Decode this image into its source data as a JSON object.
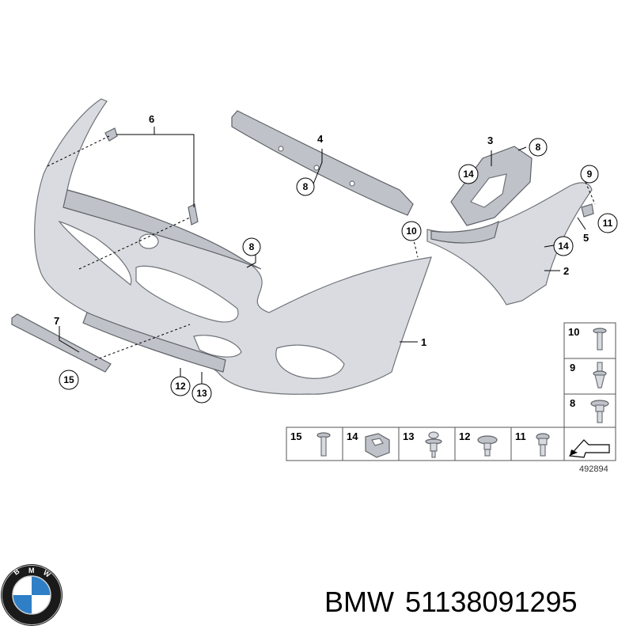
{
  "diagram": {
    "callouts": {
      "c1": "1",
      "c2": "2",
      "c3": "3",
      "c4": "4",
      "c5": "5",
      "c6": "6",
      "c7": "7",
      "c8a": "8",
      "c8b": "8",
      "c8c": "8",
      "c9": "9",
      "c10": "10",
      "c11": "11",
      "c12": "12",
      "c13": "13",
      "c14a": "14",
      "c14b": "14",
      "c15": "15"
    },
    "legend_right": [
      "10",
      "9",
      "8"
    ],
    "legend_bottom": [
      "15",
      "14",
      "13",
      "12",
      "11"
    ],
    "reference_number": "492894"
  },
  "footer": {
    "brand": "BMW",
    "part_number": "51138091295"
  },
  "icons": {
    "logo": "bmw-roundel-logo",
    "direction": "front-direction-arrow-icon"
  },
  "colors": {
    "part_fill": "#d9dbe0",
    "part_outline": "#6f7378",
    "logo_blue": "#2f7fc7",
    "logo_ring": "#1a1a1a"
  }
}
